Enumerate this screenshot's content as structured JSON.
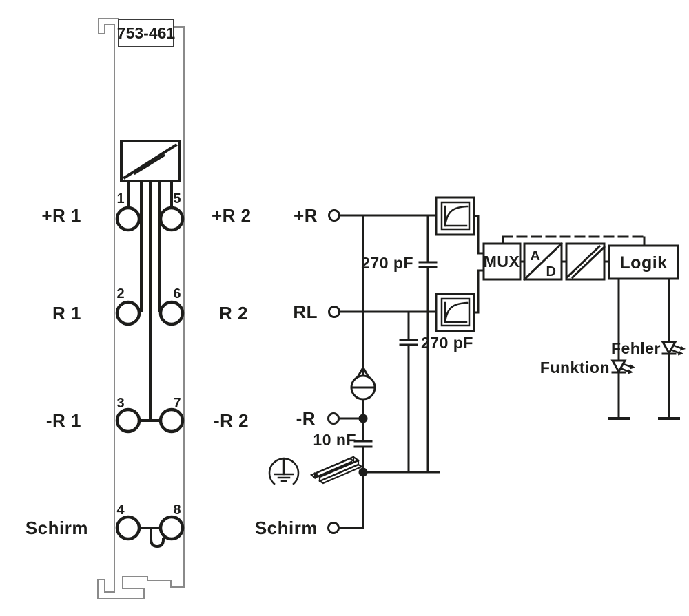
{
  "diagram_title": "WAGO 753-461 wiring diagram",
  "colors": {
    "diagram_line": "#1d1d1b",
    "module_outline": "#8a8a8a",
    "background": "#ffffff"
  },
  "module": {
    "part_number": "753-461",
    "rows": [
      {
        "left_label": "+R 1",
        "left_num": "1",
        "right_num": "5",
        "right_label": "+R 2"
      },
      {
        "left_label": "R 1",
        "left_num": "2",
        "right_num": "6",
        "right_label": "R 2"
      },
      {
        "left_label": "-R 1",
        "left_num": "3",
        "right_num": "7",
        "right_label": "-R 2"
      },
      {
        "left_label": "Schirm",
        "left_num": "4",
        "right_num": "8",
        "right_label": ""
      }
    ]
  },
  "schematic": {
    "terminals": {
      "plus_r": "+R",
      "rl": "RL",
      "minus_r": "-R",
      "schirm": "Schirm"
    },
    "capacitors": {
      "c1": "270 pF",
      "c2": "270 pF",
      "c3": "10 nF"
    },
    "blocks": {
      "mux": "MUX",
      "ad_top": "A",
      "ad_bottom": "D",
      "logik": "Logik"
    },
    "leds": {
      "funktion": "Funktion",
      "fehler": "Fehler"
    }
  }
}
